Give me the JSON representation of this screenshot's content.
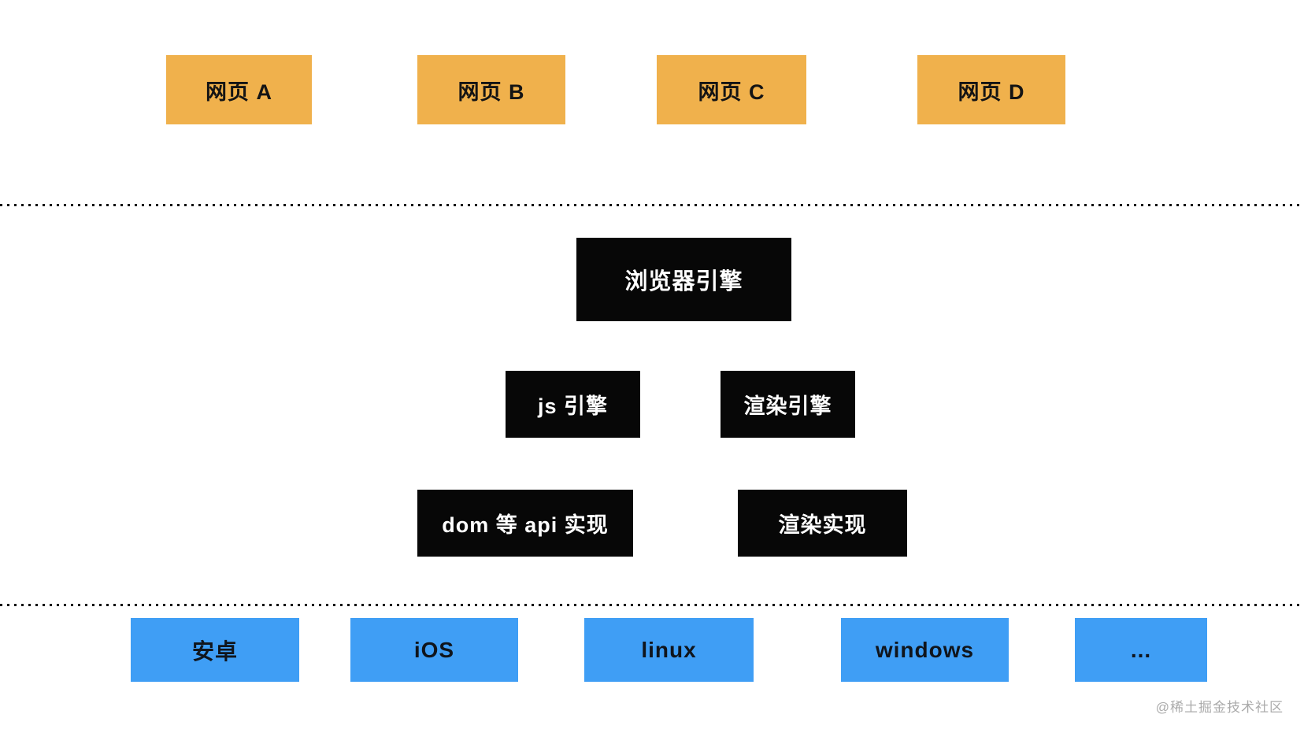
{
  "diagram": {
    "title_implied": "browser-architecture-layers",
    "webpage_row": [
      {
        "label": "网页 A"
      },
      {
        "label": "网页 B"
      },
      {
        "label": "网页 C"
      },
      {
        "label": "网页 D"
      }
    ],
    "browser_engine": {
      "label": "浏览器引擎"
    },
    "engine_row": [
      {
        "label": "js 引擎"
      },
      {
        "label": "渲染引擎"
      }
    ],
    "impl_row": [
      {
        "label": "dom 等 api 实现"
      },
      {
        "label": "渲染实现"
      }
    ],
    "platform_row": [
      {
        "label": "安卓"
      },
      {
        "label": "iOS"
      },
      {
        "label": "linux"
      },
      {
        "label": "windows"
      },
      {
        "label": "..."
      }
    ],
    "colors": {
      "webpage_box": "#F0B14C",
      "engine_box": "#070707",
      "platform_box": "#3F9EF5",
      "separator_dots": "#111111",
      "watermark_text": "#ABABAB",
      "background": "#FFFFFF"
    },
    "watermark": "@稀土掘金技术社区"
  }
}
